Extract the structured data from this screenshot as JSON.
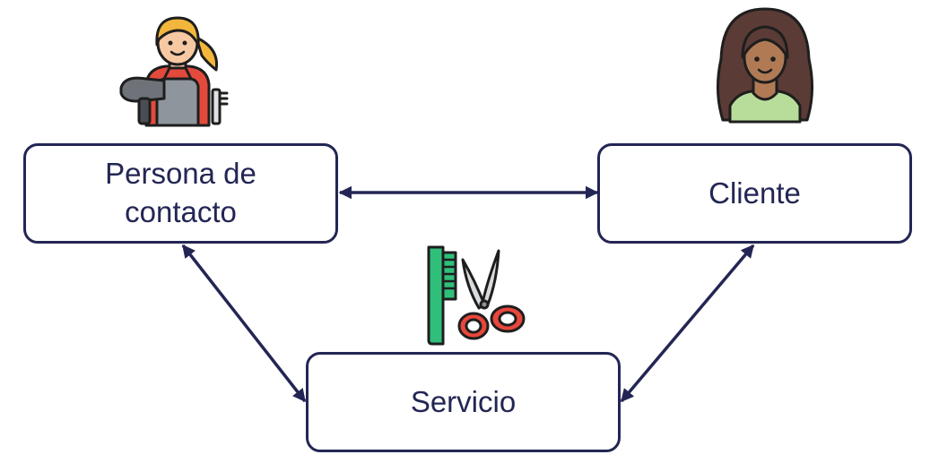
{
  "diagram": {
    "nodes": {
      "contact": {
        "label": "Persona de contacto"
      },
      "client": {
        "label": "Cliente"
      },
      "service": {
        "label": "Servicio"
      }
    },
    "edges": [
      {
        "from": "contact",
        "to": "client",
        "direction": "both"
      },
      {
        "from": "contact",
        "to": "service",
        "direction": "both"
      },
      {
        "from": "client",
        "to": "service",
        "direction": "both"
      }
    ],
    "icons": {
      "contact": "hairdresser-icon",
      "client": "woman-icon",
      "service": "comb-and-scissors-icon"
    },
    "colors": {
      "border": "#232654",
      "text": "#232654",
      "arrow": "#232654"
    }
  }
}
